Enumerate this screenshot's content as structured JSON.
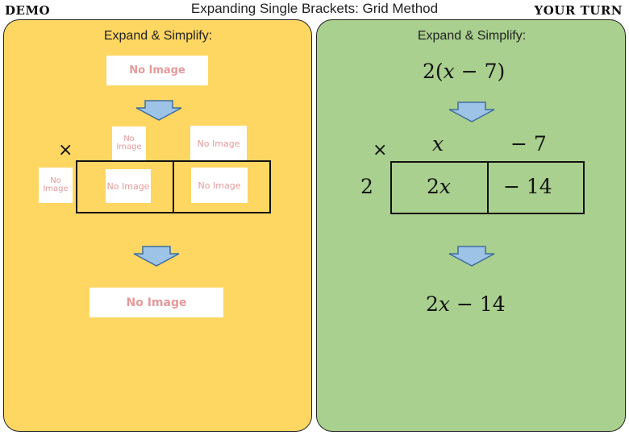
{
  "header": {
    "left_tag": "DEMO",
    "title": "Expanding Single Brackets: Grid Method",
    "right_tag": "YOUR TURN"
  },
  "demo": {
    "instruction": "Expand & Simplify:",
    "placeholder_large": "No Image",
    "placeholder_small": "No Image",
    "times_symbol": "×",
    "color": "#FED662"
  },
  "your_turn": {
    "instruction": "Expand & Simplify:",
    "question": {
      "coef": "2",
      "open": "(",
      "var": "x",
      "op": " − ",
      "num": "7",
      "close": ")"
    },
    "times_symbol": "×",
    "column_headers": {
      "col1": "x",
      "col2": "− 7"
    },
    "row_header": "2",
    "cells": {
      "cell1_coef": "2",
      "cell1_var": "x",
      "cell2": "− 14"
    },
    "answer": {
      "coef": "2",
      "var": "x",
      "rest": " − 14"
    },
    "color": "#A9D08E"
  },
  "arrow_color": "#9DC3E6"
}
